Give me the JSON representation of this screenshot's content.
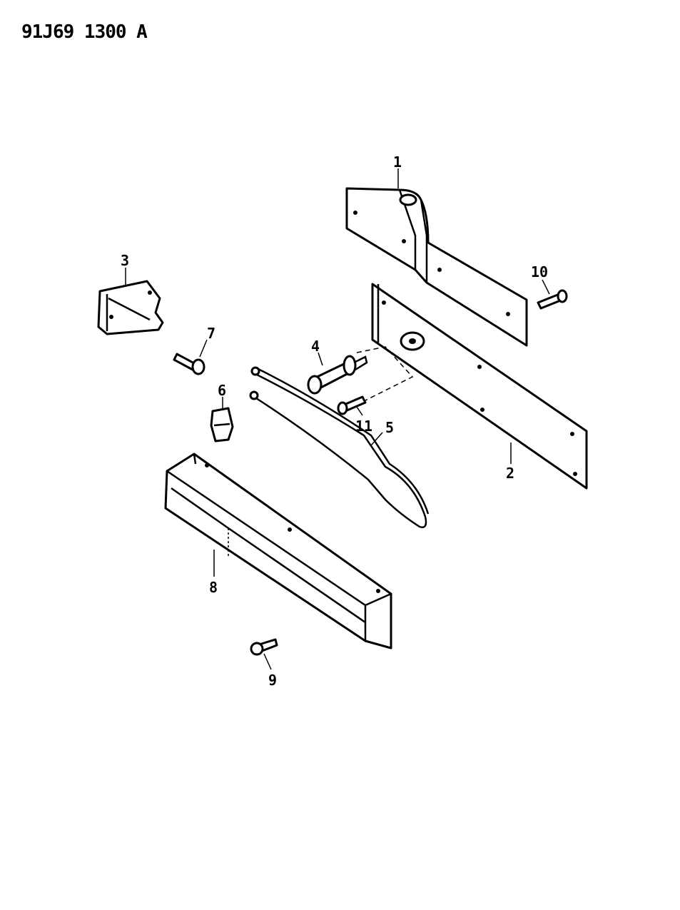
{
  "diagram_code": "91J69 1300 A",
  "callouts": {
    "c1": "1",
    "c2": "2",
    "c3": "3",
    "c4": "4",
    "c5": "5",
    "c6": "6",
    "c7": "7",
    "c8": "8",
    "c9": "9",
    "c10": "10",
    "c11": "11"
  }
}
